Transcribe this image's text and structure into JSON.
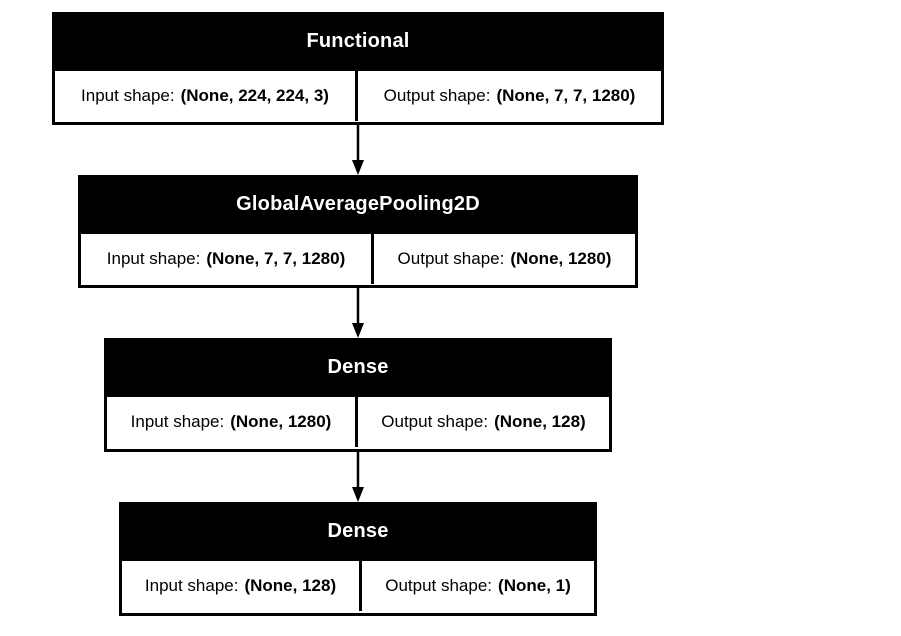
{
  "diagram": {
    "layers": [
      {
        "title": "Functional",
        "input_label": "Input shape:",
        "input_shape": "(None, 224, 224, 3)",
        "output_label": "Output shape:",
        "output_shape": "(None, 7, 7, 1280)"
      },
      {
        "title": "GlobalAveragePooling2D",
        "input_label": "Input shape:",
        "input_shape": "(None, 7, 7, 1280)",
        "output_label": "Output shape:",
        "output_shape": "(None, 1280)"
      },
      {
        "title": "Dense",
        "input_label": "Input shape:",
        "input_shape": "(None, 1280)",
        "output_label": "Output shape:",
        "output_shape": "(None, 128)"
      },
      {
        "title": "Dense",
        "input_label": "Input shape:",
        "input_shape": "(None, 128)",
        "output_label": "Output shape:",
        "output_shape": "(None, 1)"
      }
    ]
  }
}
